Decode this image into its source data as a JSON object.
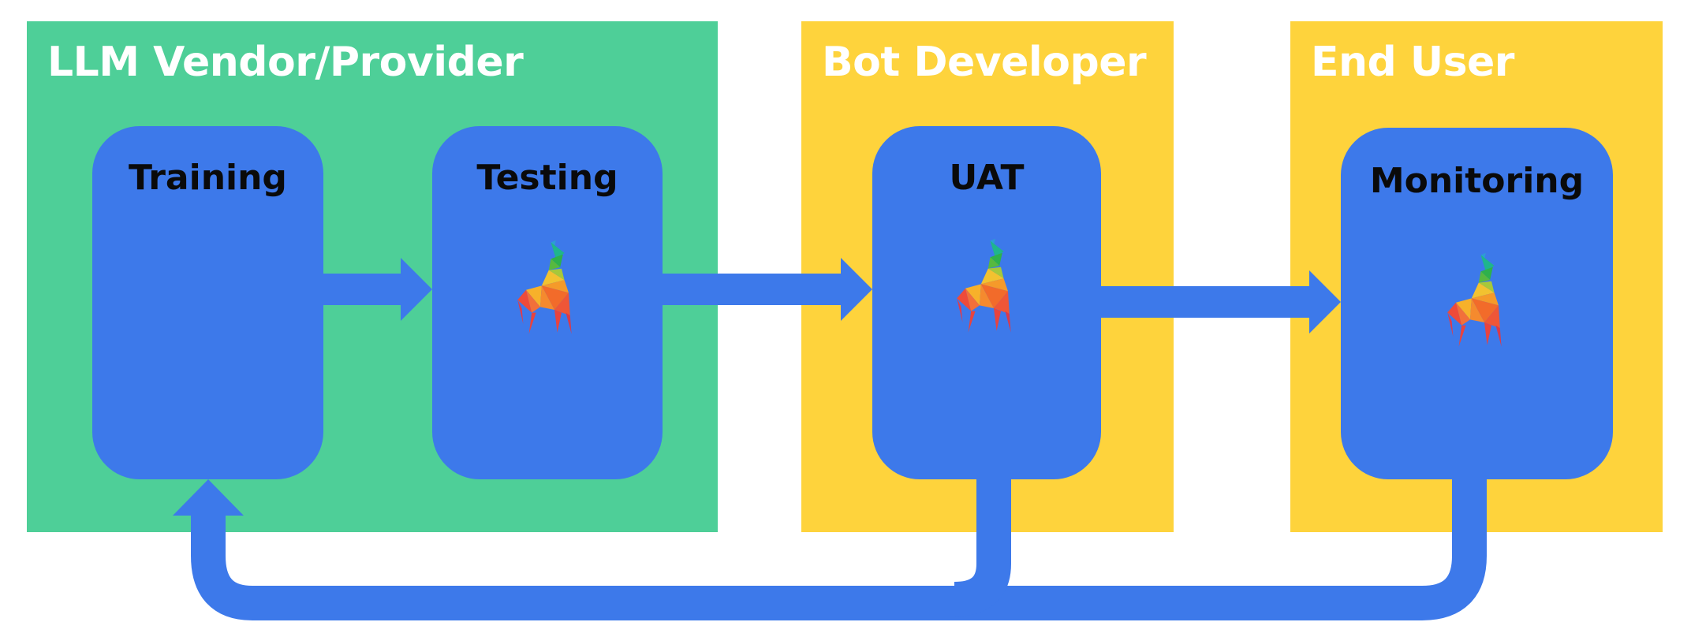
{
  "zones": {
    "vendor": {
      "title": "LLM Vendor/Provider",
      "color": "#4ecf98"
    },
    "developer": {
      "title": "Bot Developer",
      "color": "#fed33c"
    },
    "end_user": {
      "title": "End User",
      "color": "#fed33c"
    }
  },
  "stages": {
    "training": {
      "label": "Training"
    },
    "testing": {
      "label": "Testing",
      "icon": "llama-logo"
    },
    "uat": {
      "label": "UAT",
      "icon": "llama-logo"
    },
    "monitoring": {
      "label": "Monitoring",
      "icon": "llama-logo"
    }
  },
  "colors": {
    "stage": "#3d79ea",
    "arrow": "#3d79ea",
    "label": "#0a0a0a",
    "zone_title": "#ffffff"
  }
}
